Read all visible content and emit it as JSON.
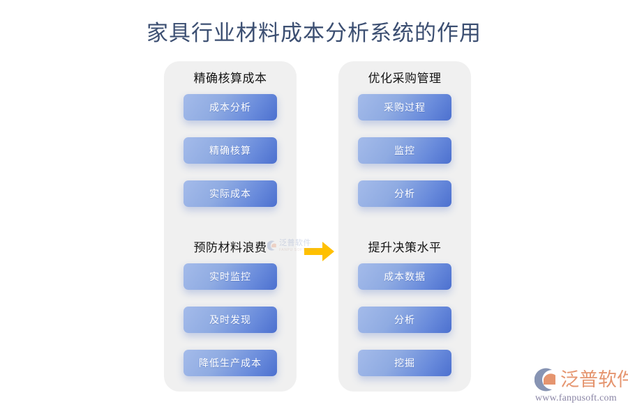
{
  "page": {
    "title": "家具行业材料成本分析系统的作用",
    "background_color": "#ffffff",
    "title_color": "#3c4f72"
  },
  "theme": {
    "card_background": "#f0f0f0",
    "pill_gradient_start": "#a4bbea",
    "pill_gradient_end": "#4c70cf",
    "pill_text_color": "#ffffff",
    "arrow_color": "#ffc000",
    "brand_orange": "#e5956f",
    "brand_url_color": "#8b86a6"
  },
  "columns": [
    {
      "id": "left",
      "groups": [
        {
          "id": "accurate-cost-accounting",
          "title": "精确核算成本",
          "items": [
            "成本分析",
            "精确核算",
            "实际成本"
          ]
        },
        {
          "id": "prevent-material-waste",
          "title": "预防材料浪费",
          "items": [
            "实时监控",
            "及时发现",
            "降低生产成本"
          ]
        }
      ]
    },
    {
      "id": "right",
      "groups": [
        {
          "id": "optimize-procurement",
          "title": "优化采购管理",
          "items": [
            "采购过程",
            "监控",
            "分析"
          ]
        },
        {
          "id": "improve-decision-level",
          "title": "提升决策水平",
          "items": [
            "成本数据",
            "分析",
            "挖掘"
          ]
        }
      ]
    }
  ],
  "arrow": {
    "icon": "arrow-right-icon",
    "direction": "right",
    "color": "#ffc000"
  },
  "watermark": {
    "icon": "fanpu-logo-icon",
    "name_cn": "泛普软件",
    "name_en": "FANPU SOFTWARE"
  },
  "brand": {
    "icon": "fanpu-logo-icon",
    "name": "泛普软件",
    "url": "www.fanpusoft.com"
  }
}
